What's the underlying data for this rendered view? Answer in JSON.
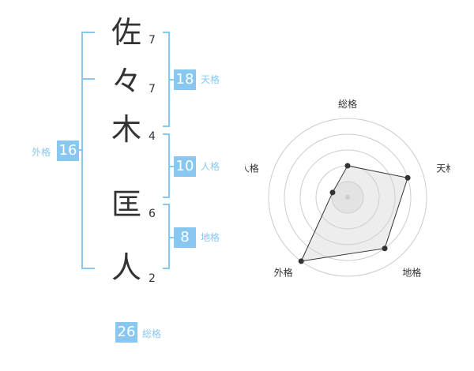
{
  "name": {
    "chars": [
      {
        "char": "佐",
        "strokes": "7"
      },
      {
        "char": "々",
        "strokes": "7"
      },
      {
        "char": "木",
        "strokes": "4"
      },
      {
        "char": "匡",
        "strokes": "6"
      },
      {
        "char": "人",
        "strokes": "2"
      }
    ]
  },
  "fortunes": {
    "tenkaku": {
      "value": "18",
      "label": "天格"
    },
    "jinkaku": {
      "value": "10",
      "label": "人格"
    },
    "chikaku": {
      "value": "8",
      "label": "地格"
    },
    "gaikaku": {
      "value": "16",
      "label": "外格"
    },
    "soukaku": {
      "value": "26",
      "label": "総格"
    }
  },
  "colors": {
    "accent": "#88c8f0",
    "text": "#333333"
  },
  "chart_data": {
    "type": "radar",
    "axes": [
      "総格",
      "天格",
      "地格",
      "外格",
      "人格"
    ],
    "values": [
      2,
      4,
      4,
      5,
      1
    ],
    "max": 5
  }
}
